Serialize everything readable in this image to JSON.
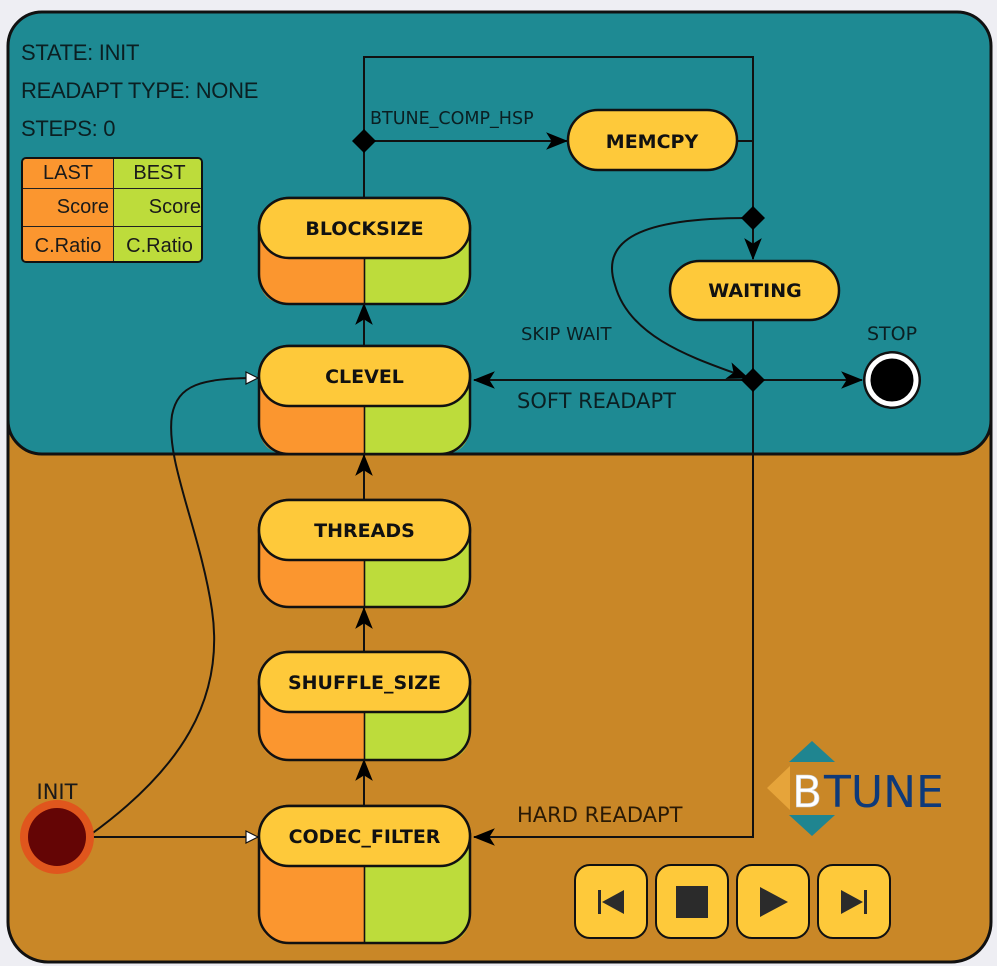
{
  "status": {
    "state_label": "STATE:",
    "state_value": "INIT",
    "readapt_label": "READAPT TYPE:",
    "readapt_value": "NONE",
    "steps_label": "STEPS:",
    "steps_value": "0"
  },
  "legend": {
    "last_header": "LAST",
    "best_header": "BEST",
    "last_score": "Score",
    "best_score": "Score",
    "last_ratio": "C.Ratio",
    "best_ratio": "C.Ratio"
  },
  "states": {
    "blocksize": "BLOCKSIZE",
    "clevel": "CLEVEL",
    "threads": "THREADS",
    "shuffle_size": "SHUFFLE_SIZE",
    "codec_filter": "CODEC_FILTER",
    "memcpy": "MEMCPY",
    "waiting": "WAITING"
  },
  "transitions": {
    "btune_comp_hsp": "BTUNE_COMP_HSP",
    "skip_wait": "SKIP WAIT",
    "soft_readapt": "SOFT READAPT",
    "hard_readapt": "HARD READAPT"
  },
  "terminals": {
    "init": "INIT",
    "stop": "STOP"
  },
  "logo": {
    "first_letter": "B",
    "rest": "TUNE"
  },
  "controls": [
    {
      "name": "skip-to-start",
      "icon": "skip-back-icon"
    },
    {
      "name": "stop",
      "icon": "stop-icon"
    },
    {
      "name": "play",
      "icon": "play-icon"
    },
    {
      "name": "skip-to-end",
      "icon": "skip-forward-icon"
    }
  ],
  "colors": {
    "top_panel": "#1e8a93",
    "bottom_panel": "#c98727",
    "state_header": "#fec93a",
    "last_fill": "#fb962f",
    "best_fill": "#bddc3b",
    "init_fill": "#640505",
    "init_ring": "#e0561d",
    "logo_blue": "#0e3a7a",
    "logo_teal": "#1f8590"
  }
}
